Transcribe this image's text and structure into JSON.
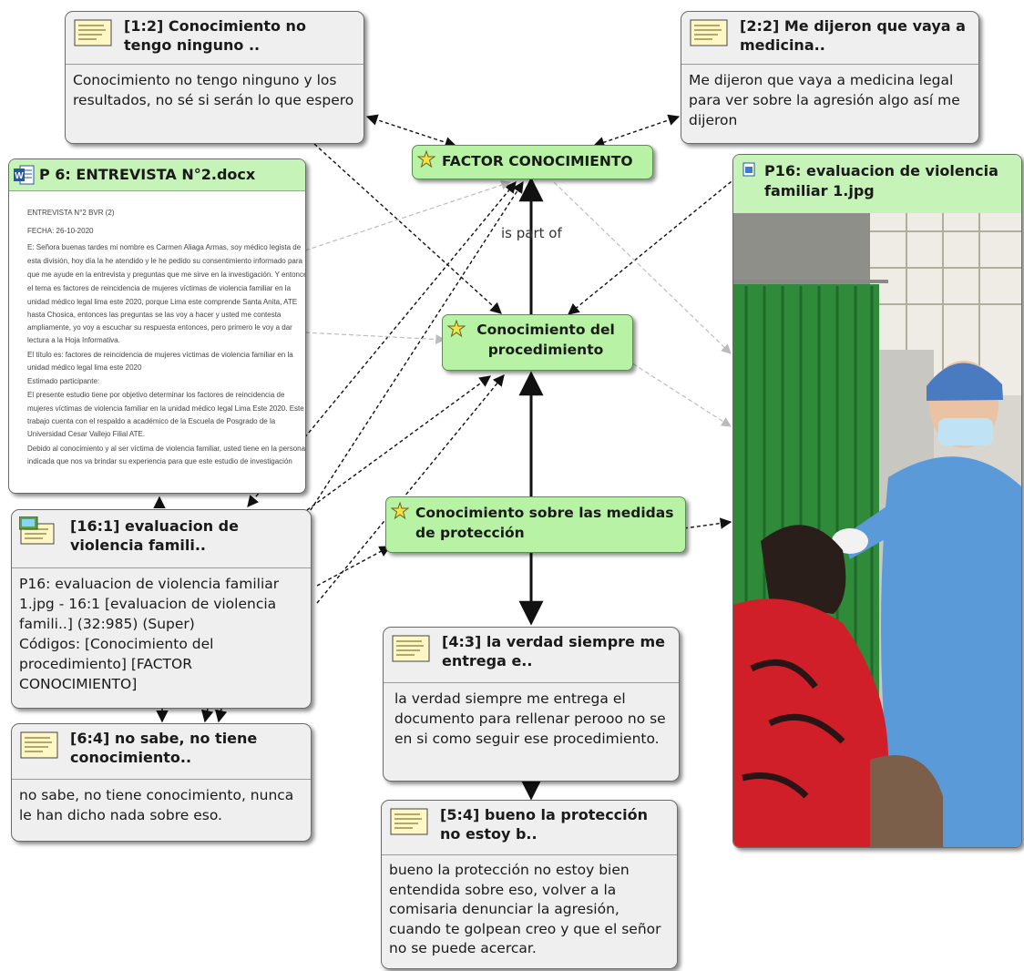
{
  "nodes": {
    "q1_2": {
      "title": "[1:2] Conocimiento no tengo ninguno ..",
      "body": "Conocimiento no tengo ninguno y los resultados, no sé si serán lo que espero"
    },
    "q2_2": {
      "title": "[2:2] Me dijeron que vaya a medicina..",
      "body": "Me dijeron que vaya a medicina legal para ver sobre la agresión algo así me dijeron"
    },
    "p6": {
      "title": "P 6: ENTREVISTA N°2.docx"
    },
    "p16": {
      "title": "P16: evaluacion de violencia familiar 1.jpg"
    },
    "q16_1": {
      "title": "[16:1] evaluacion de violencia famili..",
      "body": "P16: evaluacion de violencia familiar 1.jpg - 16:1 [evaluacion de violencia famili..] (32:985) (Super)",
      "codes": "Códigos: [Conocimiento del procedimiento] [FACTOR CONOCIMIENTO]"
    },
    "q6_4": {
      "title": "[6:4] no sabe, no tiene conocimiento..",
      "body": "no sabe, no tiene conocimiento, nunca le han dicho nada sobre eso."
    },
    "q4_3": {
      "title": "[4:3] la verdad siempre me entrega e..",
      "body": "la verdad siempre me entrega el documento para rellenar perooo no se en si como seguir ese procedimiento."
    },
    "q5_4": {
      "title": "[5:4] bueno la protección no estoy b..",
      "body": "bueno la protección no estoy bien entendida sobre eso, volver a la comisaria denunciar la agresión, cuando te golpean creo y que el señor no se puede acercar."
    }
  },
  "codes": {
    "factor": "FACTOR CONOCIMIENTO",
    "procedimiento": "Conocimiento del procedimiento",
    "medidas": "Conocimiento sobre las medidas de protección"
  },
  "relation_label": "is part of",
  "document_preview": [
    "ENTREVISTA N°2      BVR (2)",
    "FECHA: 26-10-2020",
    "E: Señora buenas tardes mi nombre es Carmen Aliaga Armas, soy médico legista de",
    "esta división, hoy día la he atendido y le he pedido su consentimiento informado para",
    "que me ayude en la entrevista y preguntas que me sirve en la investigación. Y entonces",
    "el tema es factores de reincidencia de mujeres víctimas de violencia familiar en la",
    "unidad médico legal lima este 2020, porque Lima este comprende Santa Anita, ATE",
    "hasta Chosica, entonces las preguntas se las voy a hacer y usted me contesta",
    "ampliamente, yo voy a escuchar su respuesta entonces, pero primero le voy a dar",
    "lectura a la Hoja Informativa.",
    "El título es: factores de reincidencia de mujeres víctimas de violencia familiar en la",
    "unidad médico legal lima este 2020",
    "Estimado participante:",
    "El presente estudio tiene por objetivo determinar los factores de reincidencia de",
    "mujeres víctimas de violencia familiar en la unidad médico legal Lima Este 2020. Este",
    "trabajo cuenta con el respaldo a académico de la Escuela de Posgrado de la",
    "Universidad Cesar Vallejo Filial ATE.",
    "Debido al conocimiento y al ser víctima de violencia familiar, usted tiene en la persona",
    "indicada que nos va brindar su experiencia para que este estudio de investigación"
  ],
  "colors": {
    "code_fill": "#b7f2a5",
    "doc_header": "#c6f3b7",
    "node_fill": "#efefef"
  }
}
